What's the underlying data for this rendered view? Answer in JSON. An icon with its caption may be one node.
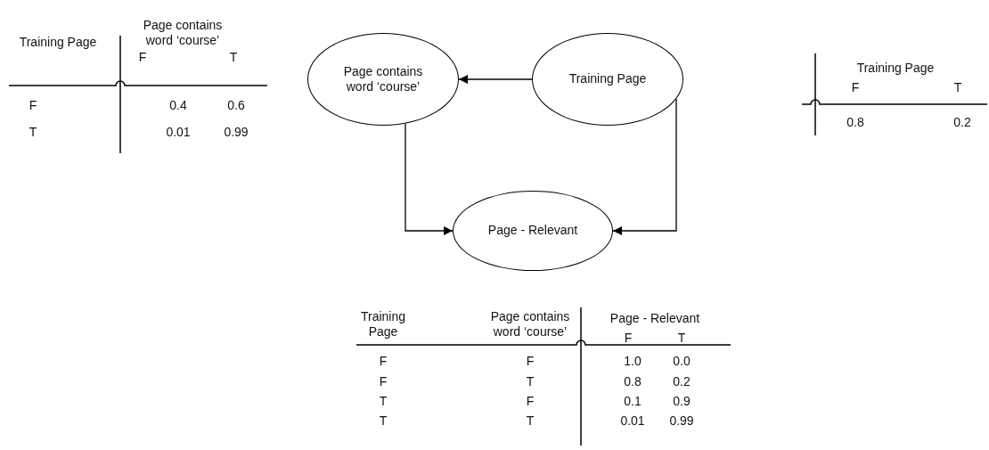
{
  "diagram": {
    "nodes": [
      {
        "text": [
          "Page contains word ‘course’"
        ]
      },
      {
        "text": [
          "Training Page"
        ]
      },
      {
        "text": [
          "Page - Relevant"
        ]
      }
    ],
    "edges": [
      {
        "from": 1,
        "to": 0,
        "arrow": "to"
      },
      {
        "from": 0,
        "to": 2,
        "arrow": "to"
      },
      {
        "from": 1,
        "to": 2,
        "arrow": "to"
      }
    ],
    "labels": [
      "Training Page",
      "Page contains word ‘course’",
      "F",
      "T",
      "F",
      "0.4",
      "0.6",
      "T",
      "0.01",
      "0.99",
      "Training Page",
      "F",
      "T",
      "0.8",
      "0.2",
      "Training Page",
      "Page contains word ‘course’",
      "Page - Relevant",
      "F",
      "T",
      "F",
      "F",
      "1.0",
      "0.0",
      "F",
      "T",
      "0.8",
      "0.2",
      "T",
      "F",
      "0.1",
      "0.9",
      "T",
      "T",
      "0.01",
      "0.99"
    ]
  }
}
